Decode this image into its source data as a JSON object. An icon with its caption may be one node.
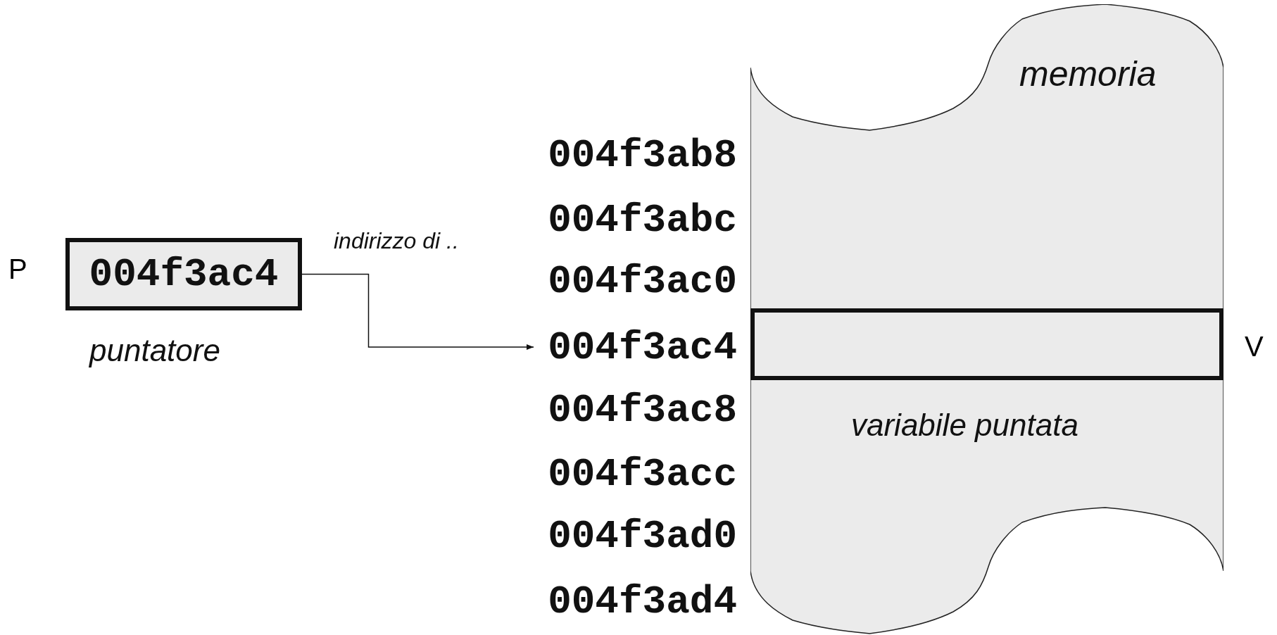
{
  "diagram": {
    "nodes": [
      {
        "text": [
          "004f3ac4"
        ],
        "beside": [
          "P",
          "puntatore"
        ]
      },
      {
        "text": [
          "memoria"
        ]
      },
      {
        "text": [],
        "shape": "box",
        "in": 1,
        "beside": [
          "V",
          "variabile puntata"
        ]
      },
      {
        "text": [
          "004f3ac4"
        ]
      }
    ],
    "edges": [
      {
        "from": 0,
        "to": 3,
        "arrow": "to",
        "label": "indirizzo di .."
      }
    ],
    "labels": [
      "004f3ab8",
      "004f3abc",
      "004f3ac0",
      "004f3ac8",
      "004f3acc",
      "004f3ad0",
      "004f3ad4"
    ]
  }
}
